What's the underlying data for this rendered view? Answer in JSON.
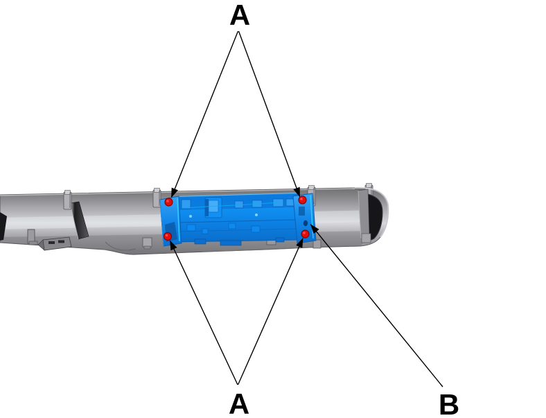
{
  "figure": {
    "kind": "service-manual-parts-diagram",
    "subject": "roof molding rail with blue mounting bracket and four red fastener points",
    "background": "#ffffff"
  },
  "labels": {
    "callout_a_top": "A",
    "callout_a_bottom": "A",
    "callout_b": "B"
  },
  "callouts": [
    {
      "label": "A",
      "points_to": "upper pair of red fastener markers on bracket"
    },
    {
      "label": "A",
      "points_to": "lower pair of red fastener markers on bracket"
    },
    {
      "label": "B",
      "points_to": "right side face of blue bracket"
    }
  ],
  "markers": {
    "count": 4,
    "shape": "dot",
    "color": "#e60c0c"
  },
  "colors": {
    "rail_gray": "#9a9a9e",
    "rail_highlight": "#d6d6da",
    "rail_shadow": "#58585c",
    "bracket_blue": "#0d85e9",
    "bracket_blue_dark": "#0a5fb4",
    "bracket_cyan_accent": "#35d2ff",
    "marker_red": "#e60c0c",
    "arrow_black": "#000000"
  }
}
